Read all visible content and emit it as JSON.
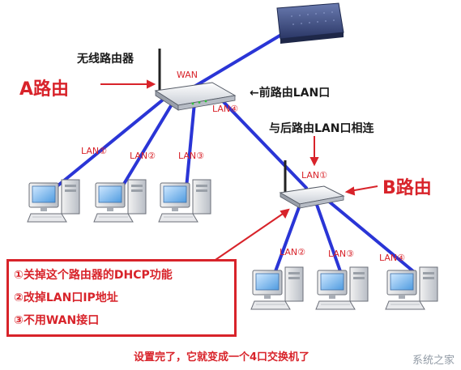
{
  "labels": {
    "wireless_router": "无线路由器",
    "router_a": "A路由",
    "router_b": "B路由",
    "wan": "WAN",
    "front_lan": "←前路由LAN口",
    "connect_back": "与后路由LAN口相连",
    "lan1": "LAN①",
    "lan2": "LAN②",
    "lan3": "LAN③",
    "lan4": "LAN④"
  },
  "notes": [
    "①关掉这个路由器的DHCP功能",
    "②改掉LAN口IP地址",
    "③不用WAN接口"
  ],
  "footer": "设置完了，它就变成一个4口交换机了",
  "watermark": "系统之家",
  "colors": {
    "cable": "#2a35d6",
    "red": "#d8232a",
    "modem": "#3a4a7a"
  },
  "icons": [
    "modem-icon",
    "router-icon",
    "pc-icon",
    "arrow-icon"
  ]
}
